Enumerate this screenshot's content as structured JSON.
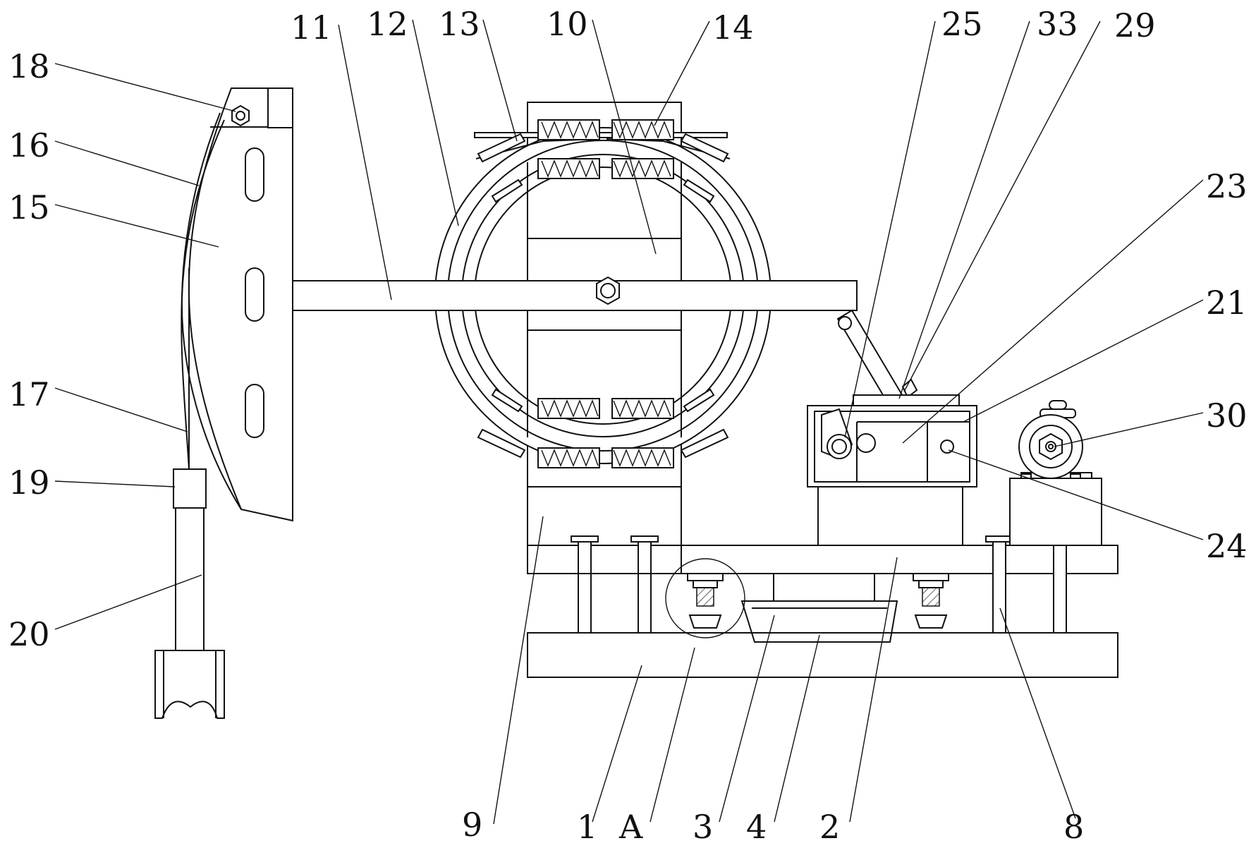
{
  "figure": {
    "type": "mechanical patent drawing",
    "line_color": "#111111",
    "background": "#ffffff"
  },
  "labels": {
    "l1": "1",
    "l2": "2",
    "l3": "3",
    "l4": "4",
    "l8": "8",
    "l9": "9",
    "l10": "10",
    "l11": "11",
    "l12": "12",
    "l13": "13",
    "l14": "14",
    "l15": "15",
    "l16": "16",
    "l17": "17",
    "l18": "18",
    "l19": "19",
    "l20": "20",
    "l21": "21",
    "l23": "23",
    "l24": "24",
    "l25": "25",
    "l29": "29",
    "l30": "30",
    "l33": "33",
    "lA": "A"
  }
}
